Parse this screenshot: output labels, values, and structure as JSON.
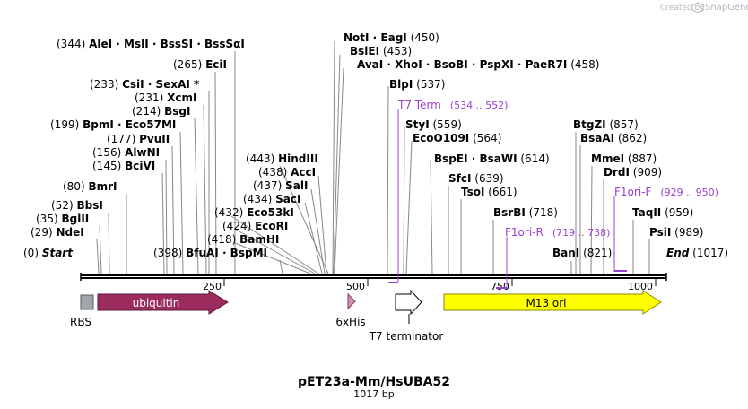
{
  "credit": {
    "prefix": "Created by",
    "brand": "SnapGene"
  },
  "plasmid": {
    "name": "pET23a-Mm/HsUBA52",
    "size": "1017 bp"
  },
  "ruler": {
    "ticks": [
      "250",
      "500",
      "750",
      "1000"
    ]
  },
  "enzyme_labels": [
    {
      "pos": "(0)",
      "names": "Start"
    },
    {
      "pos": "(29)",
      "names": "NdeI"
    },
    {
      "pos": "(35)",
      "names": "BglII"
    },
    {
      "pos": "(52)",
      "names": "BbsI"
    },
    {
      "pos": "(80)",
      "names": "BmrI"
    },
    {
      "pos": "(145)",
      "names": "BciVI"
    },
    {
      "pos": "(156)",
      "names": "AlwNI"
    },
    {
      "pos": "(177)",
      "names": "PvuII"
    },
    {
      "pos": "(199)",
      "names": "BpmI · Eco57MI"
    },
    {
      "pos": "(214)",
      "names": "BsgI"
    },
    {
      "pos": "(231)",
      "names": "XcmI"
    },
    {
      "pos": "(233)",
      "names": "CsiI · SexAI *"
    },
    {
      "pos": "(265)",
      "names": "EciI"
    },
    {
      "pos": "(344)",
      "names": "AleI · MslI · BssSI · BssSαI"
    },
    {
      "pos": "(398)",
      "names": "BfuAI · BspMI"
    },
    {
      "pos": "(418)",
      "names": "BamHI"
    },
    {
      "pos": "(424)",
      "names": "EcoRI"
    },
    {
      "pos": "(432)",
      "names": "Eco53kI"
    },
    {
      "pos": "(434)",
      "names": "SacI"
    },
    {
      "pos": "(437)",
      "names": "SalI"
    },
    {
      "pos": "(438)",
      "names": "AccI"
    },
    {
      "pos": "(443)",
      "names": "HindIII"
    },
    {
      "pos": "(450)",
      "names": "NotI · EagI"
    },
    {
      "pos": "(453)",
      "names": "BsiEI"
    },
    {
      "pos": "(458)",
      "names": "AvaI · XhoI · BsoBI · PspXI · PaeR7I"
    },
    {
      "pos": "(537)",
      "names": "BlpI"
    },
    {
      "pos": "(559)",
      "names": "StyI"
    },
    {
      "pos": "(564)",
      "names": "EcoO109I"
    },
    {
      "pos": "(614)",
      "names": "BspEI · BsaWI"
    },
    {
      "pos": "(639)",
      "names": "SfcI"
    },
    {
      "pos": "(661)",
      "names": "TsoI"
    },
    {
      "pos": "(718)",
      "names": "BsrBI"
    },
    {
      "pos": "(821)",
      "names": "BanI"
    },
    {
      "pos": "(857)",
      "names": "BtgZI"
    },
    {
      "pos": "(862)",
      "names": "BsaAI"
    },
    {
      "pos": "(887)",
      "names": "MmeI"
    },
    {
      "pos": "(909)",
      "names": "DrdI"
    },
    {
      "pos": "(959)",
      "names": "TaqII"
    },
    {
      "pos": "(989)",
      "names": "PsiI"
    },
    {
      "pos": "(1017)",
      "names": "End"
    }
  ],
  "primers": [
    {
      "name": "T7 Term",
      "range": "(534 .. 552)"
    },
    {
      "name": "F1ori-R",
      "range": "(719 .. 738)"
    },
    {
      "name": "F1ori-F",
      "range": "(929 .. 950)"
    }
  ],
  "features": [
    {
      "name": "RBS",
      "color": "#a0a4ab"
    },
    {
      "name": "ubiquitin",
      "color": "#9c2c5e"
    },
    {
      "name": "6xHis",
      "color": "#d58fb4"
    },
    {
      "name": "T7 terminator",
      "color": "#ffffff"
    },
    {
      "name": "M13 ori",
      "color": "#ffff00"
    }
  ],
  "colors": {
    "primer": "#9b3fd1",
    "backbone": "#000000",
    "label": "#000000"
  }
}
